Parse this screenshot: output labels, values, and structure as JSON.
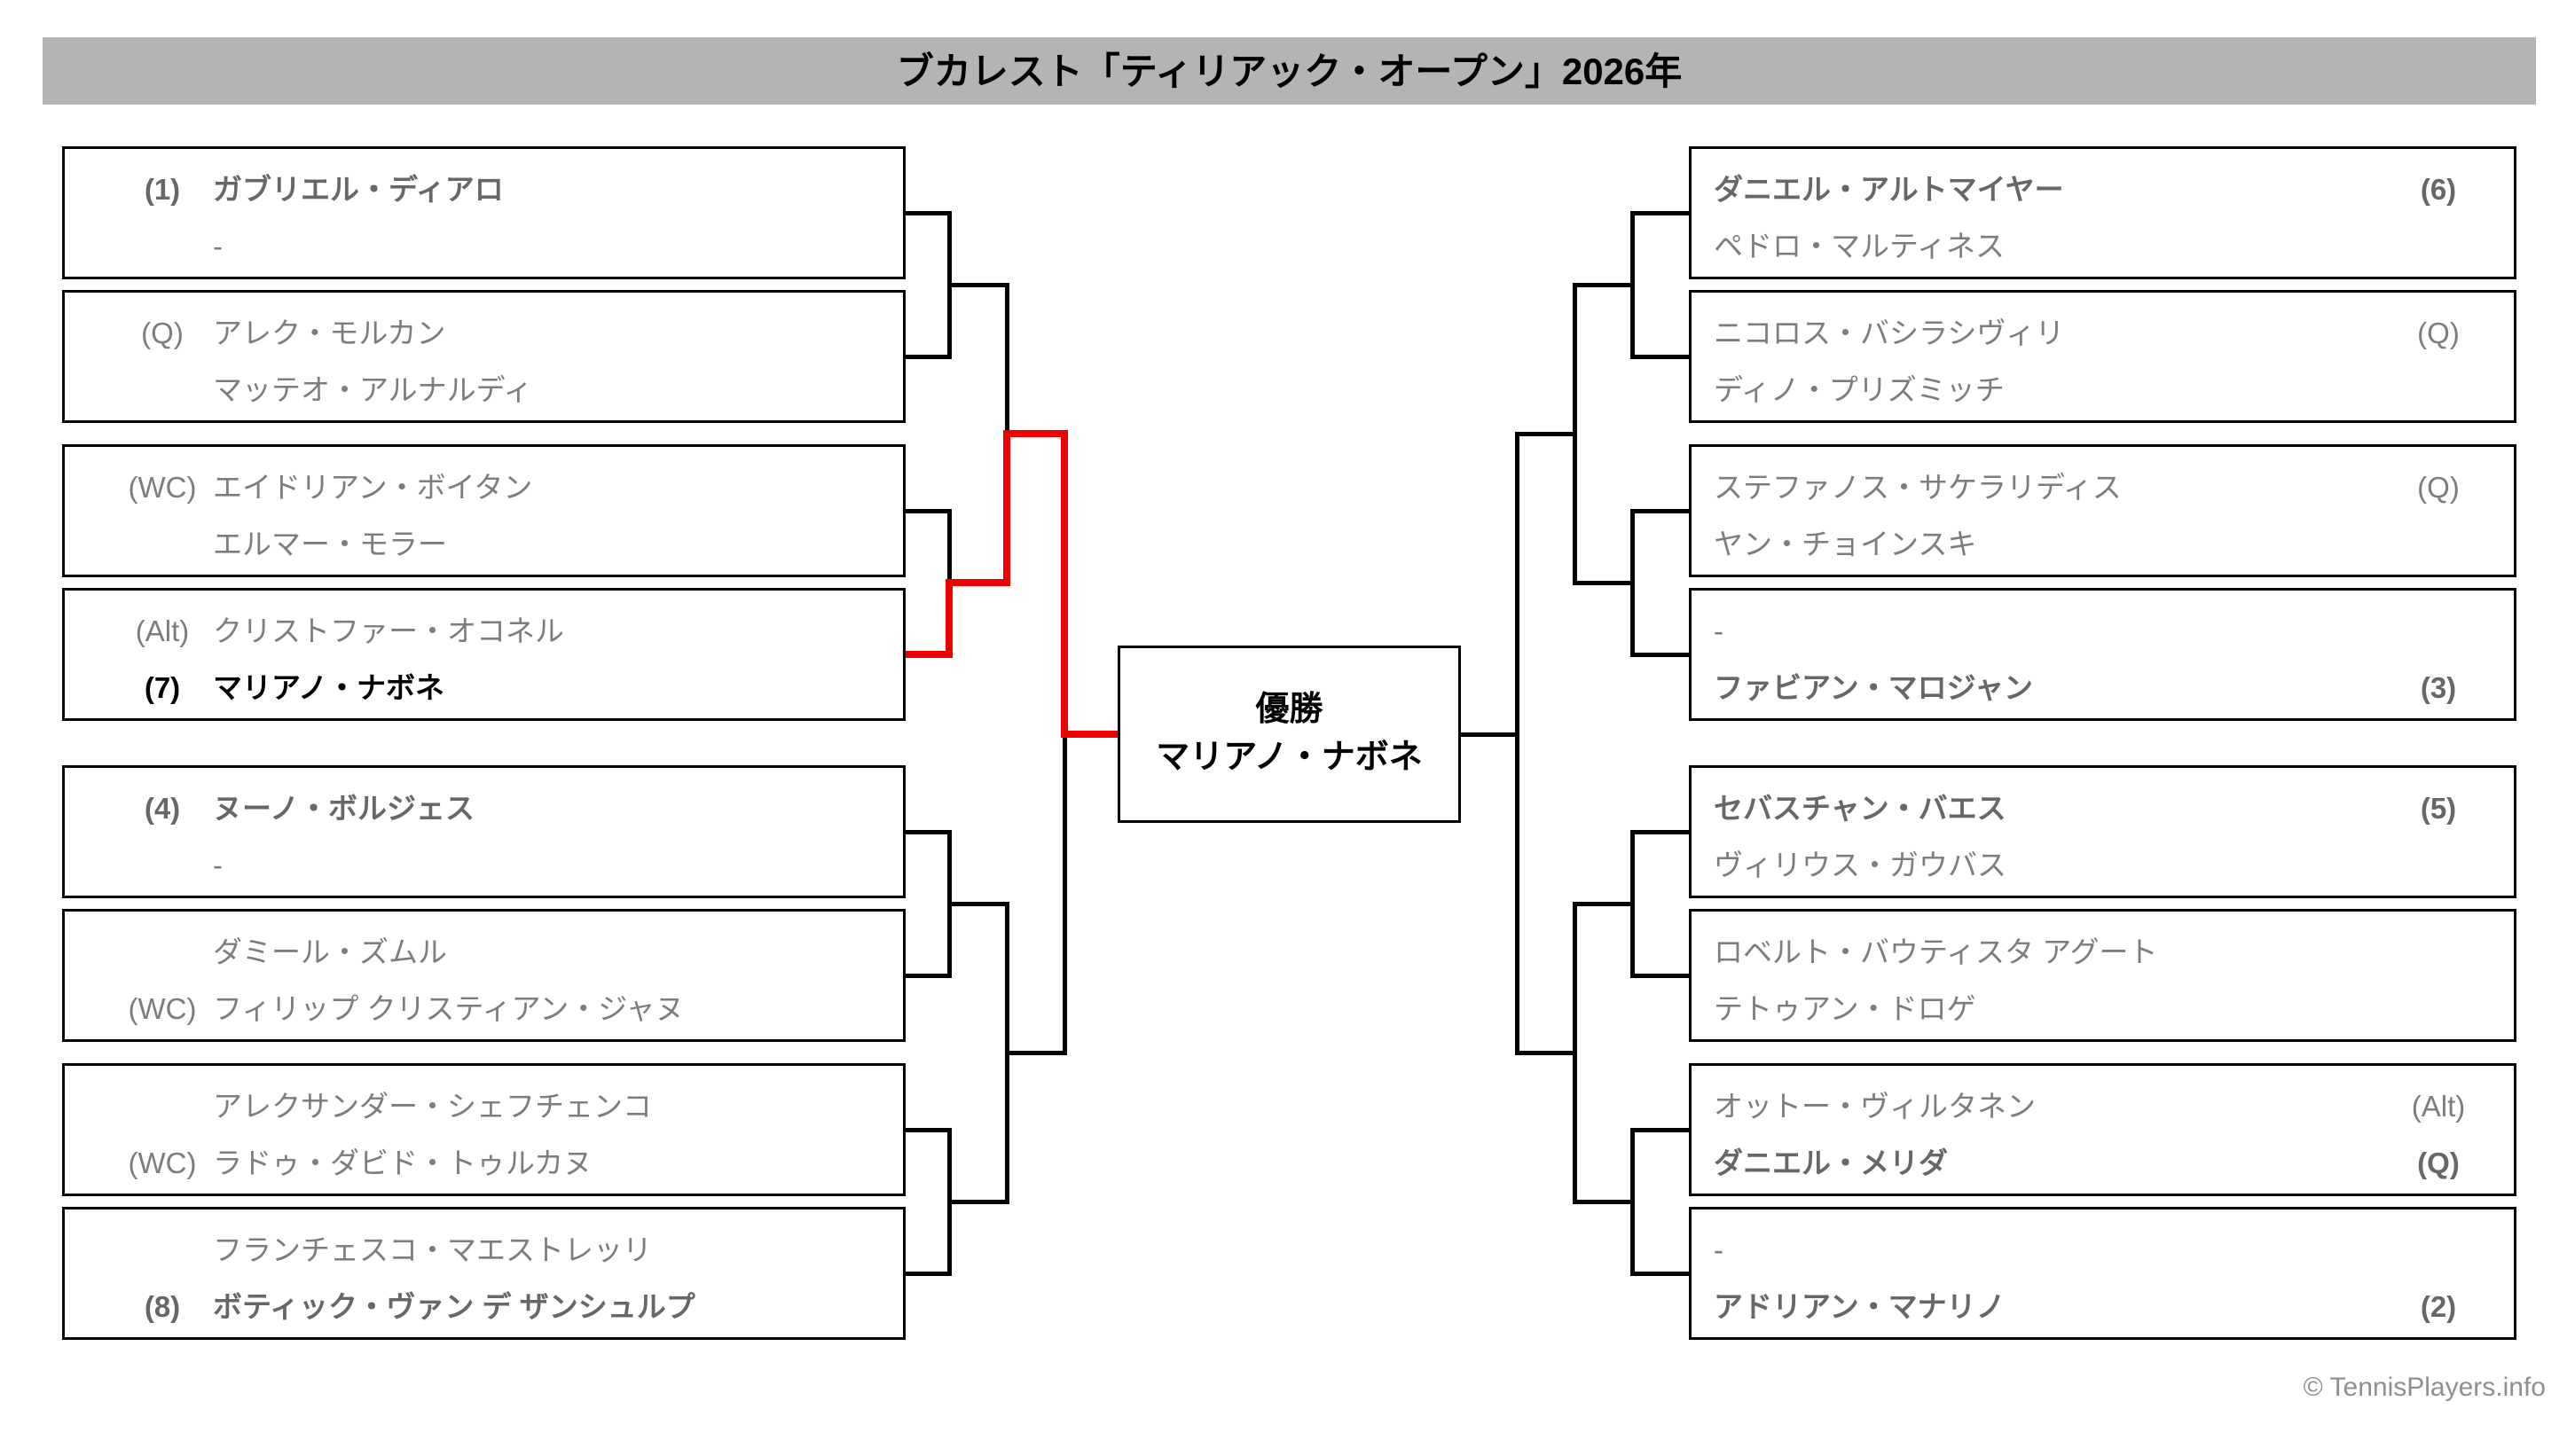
{
  "title": "ブカレスト「ティリアック・オープン」2026年",
  "champion": {
    "label": "優勝",
    "name": "マリアノ・ナボネ"
  },
  "footer": {
    "copyright": "© TennisPlayers.info"
  },
  "colors": {
    "title_bg": "#b4b4b4",
    "line_black": "#000000",
    "winner_path_red": "#f20000",
    "name_gray": "#7d7d7d",
    "seeded_bold_gray": "#676767",
    "champion_text": "#000000"
  },
  "bracket": {
    "left": [
      {
        "players": [
          {
            "seed": "(1)",
            "name": "ガブリエル・ディアロ",
            "bold": true,
            "champion": false
          },
          {
            "seed": "",
            "name": "-",
            "bold": false,
            "champion": false
          }
        ]
      },
      {
        "players": [
          {
            "seed": "(Q)",
            "name": "アレク・モルカン",
            "bold": false,
            "champion": false
          },
          {
            "seed": "",
            "name": "マッテオ・アルナルディ",
            "bold": false,
            "champion": false
          }
        ]
      },
      {
        "players": [
          {
            "seed": "(WC)",
            "name": "エイドリアン・ボイタン",
            "bold": false,
            "champion": false
          },
          {
            "seed": "",
            "name": "エルマー・モラー",
            "bold": false,
            "champion": false
          }
        ]
      },
      {
        "players": [
          {
            "seed": "(Alt)",
            "name": "クリストファー・オコネル",
            "bold": false,
            "champion": false
          },
          {
            "seed": "(7)",
            "name": "マリアノ・ナボネ",
            "bold": true,
            "champion": true
          }
        ]
      },
      {
        "players": [
          {
            "seed": "(4)",
            "name": "ヌーノ・ボルジェス",
            "bold": true,
            "champion": false
          },
          {
            "seed": "",
            "name": "-",
            "bold": false,
            "champion": false
          }
        ]
      },
      {
        "players": [
          {
            "seed": "",
            "name": "ダミール・ズムル",
            "bold": false,
            "champion": false
          },
          {
            "seed": "(WC)",
            "name": "フィリップ クリスティアン・ジャヌ",
            "bold": false,
            "champion": false
          }
        ]
      },
      {
        "players": [
          {
            "seed": "",
            "name": "アレクサンダー・シェフチェンコ",
            "bold": false,
            "champion": false
          },
          {
            "seed": "(WC)",
            "name": "ラドゥ・ダビド・トゥルカヌ",
            "bold": false,
            "champion": false
          }
        ]
      },
      {
        "players": [
          {
            "seed": "",
            "name": "フランチェスコ・マエストレッリ",
            "bold": false,
            "champion": false
          },
          {
            "seed": "(8)",
            "name": "ボティック・ヴァン デ ザンシュルプ",
            "bold": true,
            "champion": false
          }
        ]
      }
    ],
    "right": [
      {
        "players": [
          {
            "seed": "(6)",
            "name": "ダニエル・アルトマイヤー",
            "bold": true,
            "champion": false
          },
          {
            "seed": "",
            "name": "ペドロ・マルティネス",
            "bold": false,
            "champion": false
          }
        ]
      },
      {
        "players": [
          {
            "seed": "(Q)",
            "name": "ニコロス・バシラシヴィリ",
            "bold": false,
            "champion": false
          },
          {
            "seed": "",
            "name": "ディノ・プリズミッチ",
            "bold": false,
            "champion": false
          }
        ]
      },
      {
        "players": [
          {
            "seed": "(Q)",
            "name": "ステファノス・サケラリディス",
            "bold": false,
            "champion": false
          },
          {
            "seed": "",
            "name": "ヤン・チョインスキ",
            "bold": false,
            "champion": false
          }
        ]
      },
      {
        "players": [
          {
            "seed": "",
            "name": "-",
            "bold": false,
            "champion": false
          },
          {
            "seed": "(3)",
            "name": "ファビアン・マロジャン",
            "bold": true,
            "champion": false
          }
        ]
      },
      {
        "players": [
          {
            "seed": "(5)",
            "name": "セバスチャン・バエス",
            "bold": true,
            "champion": false
          },
          {
            "seed": "",
            "name": "ヴィリウス・ガウバス",
            "bold": false,
            "champion": false
          }
        ]
      },
      {
        "players": [
          {
            "seed": "",
            "name": "ロベルト・バウティスタ アグート",
            "bold": false,
            "champion": false
          },
          {
            "seed": "",
            "name": "テトゥアン・ドロゲ",
            "bold": false,
            "champion": false
          }
        ]
      },
      {
        "players": [
          {
            "seed": "(Alt)",
            "name": "オットー・ヴィルタネン",
            "bold": false,
            "champion": false
          },
          {
            "seed": "(Q)",
            "name": "ダニエル・メリダ",
            "bold": true,
            "champion": false
          }
        ]
      },
      {
        "players": [
          {
            "seed": "",
            "name": "-",
            "bold": false,
            "champion": false
          },
          {
            "seed": "(2)",
            "name": "アドリアン・マナリノ",
            "bold": true,
            "champion": false
          }
        ]
      }
    ]
  }
}
